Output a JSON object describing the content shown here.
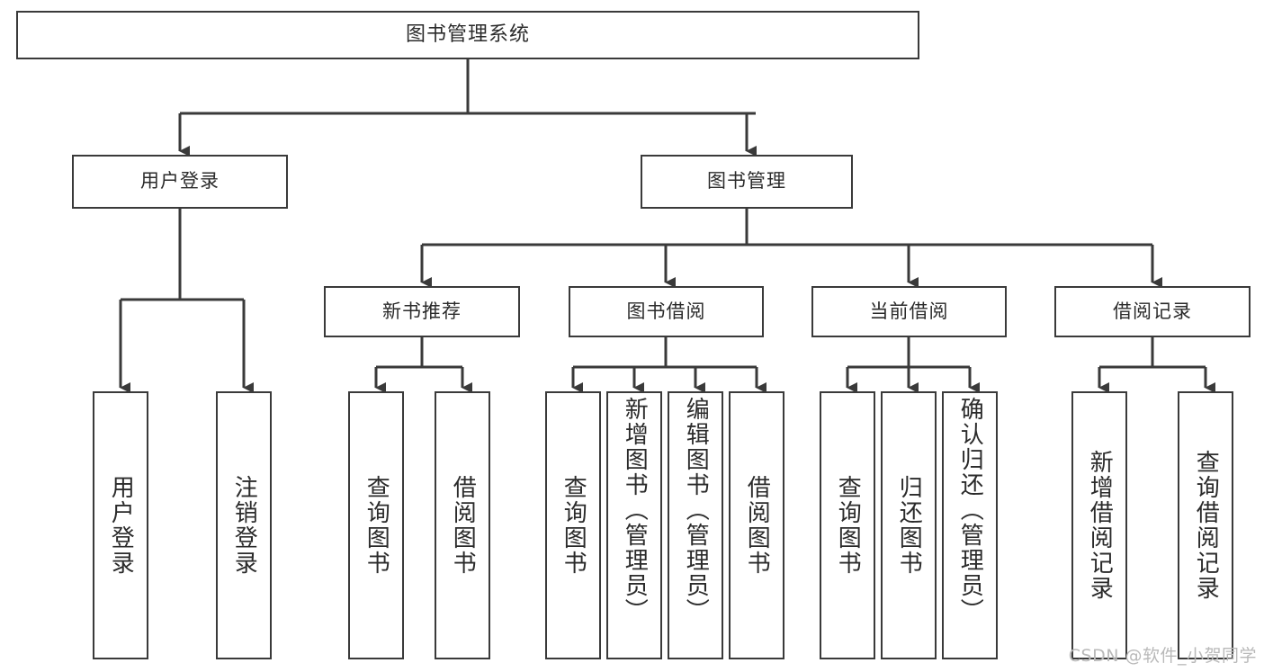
{
  "diagram": {
    "title": "图书管理系统",
    "type": "tree-hierarchy",
    "style": {
      "border_color": "#3a3a3a",
      "fill_color": "#ffffff",
      "text_color": "#2b2b2b",
      "edge_color": "#3a3a3a",
      "background": "#ffffff"
    },
    "nodes": {
      "root": {
        "label": "图书管理系统",
        "level": 1
      },
      "level2": [
        {
          "id": "user-login",
          "label": "用户登录"
        },
        {
          "id": "book-manage",
          "label": "图书管理"
        }
      ],
      "level3": [
        {
          "id": "new-book-recommend",
          "label": "新书推荐",
          "parent": "book-manage"
        },
        {
          "id": "book-borrow",
          "label": "图书借阅",
          "parent": "book-manage"
        },
        {
          "id": "current-borrow",
          "label": "当前借阅",
          "parent": "book-manage"
        },
        {
          "id": "borrow-record",
          "label": "借阅记录",
          "parent": "book-manage"
        }
      ],
      "leaves": [
        {
          "id": "leaf-user-login",
          "label": "用户登录",
          "parent": "user-login"
        },
        {
          "id": "leaf-user-logout",
          "label": "注销登录",
          "parent": "user-login"
        },
        {
          "id": "leaf-query-book-1",
          "label": "查询图书",
          "parent": "new-book-recommend"
        },
        {
          "id": "leaf-borrow-book-1",
          "label": "借阅图书",
          "parent": "new-book-recommend"
        },
        {
          "id": "leaf-query-book-2",
          "label": "查询图书",
          "parent": "book-borrow"
        },
        {
          "id": "leaf-add-book",
          "label": "新增图书（管理员）",
          "parent": "book-borrow"
        },
        {
          "id": "leaf-edit-book",
          "label": "编辑图书（管理员）",
          "parent": "book-borrow"
        },
        {
          "id": "leaf-borrow-book-2",
          "label": "借阅图书",
          "parent": "book-borrow"
        },
        {
          "id": "leaf-query-book-3",
          "label": "查询图书",
          "parent": "current-borrow"
        },
        {
          "id": "leaf-return-book",
          "label": "归还图书",
          "parent": "current-borrow"
        },
        {
          "id": "leaf-confirm-return",
          "label": "确认归还（管理员）",
          "parent": "current-borrow"
        },
        {
          "id": "leaf-add-record",
          "label": "新增借阅记录",
          "parent": "borrow-record"
        },
        {
          "id": "leaf-query-record",
          "label": "查询借阅记录",
          "parent": "borrow-record"
        }
      ]
    }
  },
  "watermark": {
    "text": "CSDN @软件_小贺同学"
  }
}
